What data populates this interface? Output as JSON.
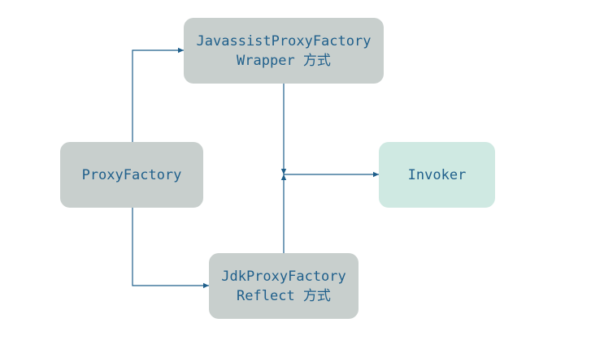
{
  "nodes": {
    "javassist": {
      "line1": "JavassistProxyFactory",
      "line2": "Wrapper 方式"
    },
    "proxyfactory": {
      "label": "ProxyFactory"
    },
    "jdk": {
      "line1": "JdkProxyFactory",
      "line2": "Reflect 方式"
    },
    "invoker": {
      "label": "Invoker"
    }
  },
  "colors": {
    "text": "#1f5f8b",
    "node_gray": "#c8cfcd",
    "node_mint": "#cfe9e2",
    "edge": "#1f5f8b"
  }
}
